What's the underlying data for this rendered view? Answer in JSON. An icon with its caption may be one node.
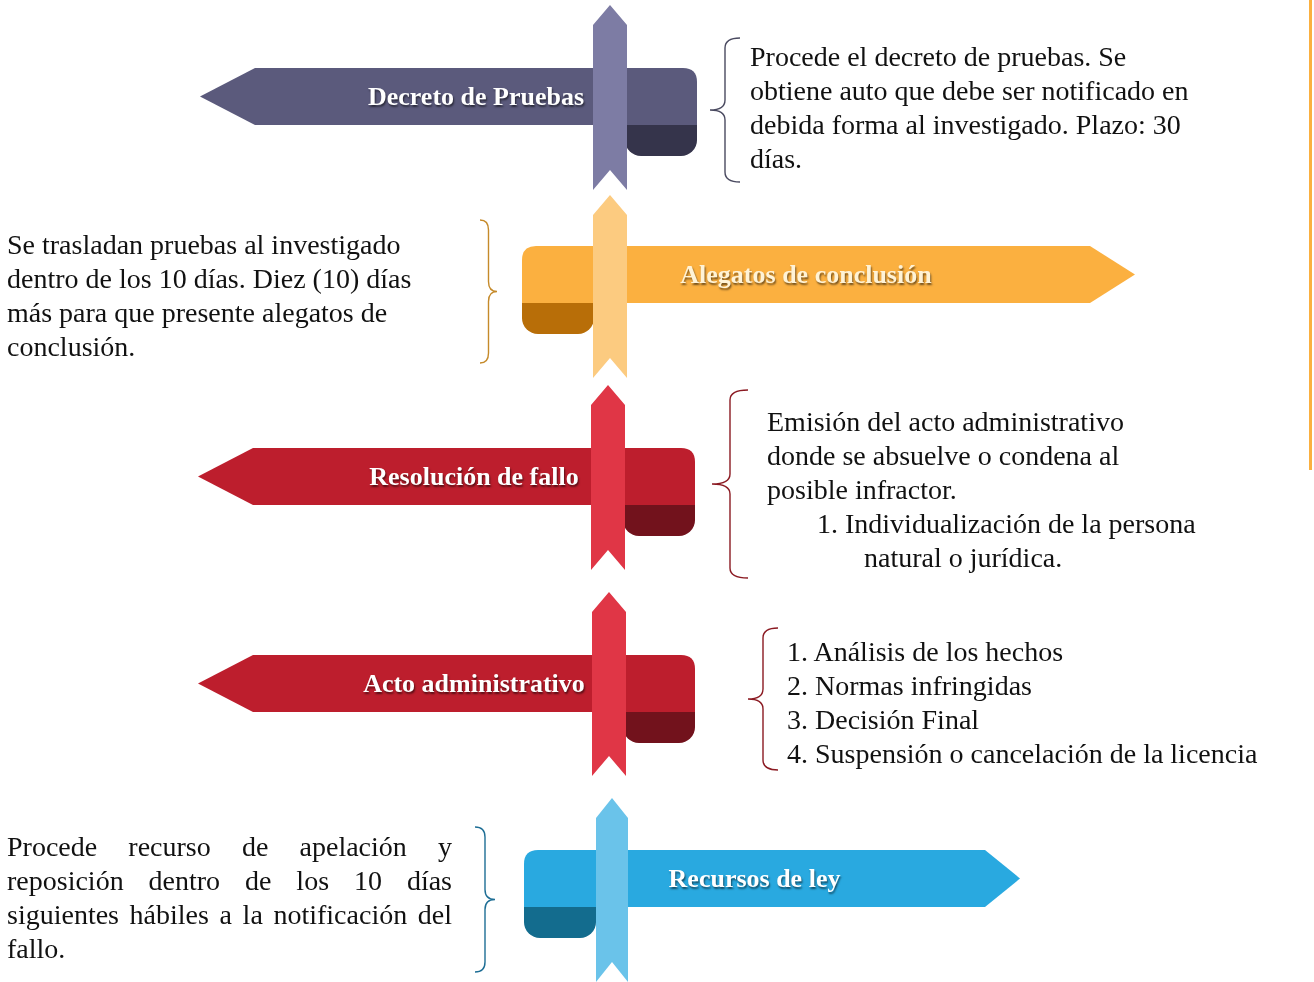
{
  "diagram": {
    "nodes": [
      {
        "text": [
          "Decreto de Pruebas"
        ]
      },
      {
        "text": [
          "Alegatos de conclusión"
        ]
      },
      {
        "text": [
          "Resolución de fallo"
        ]
      },
      {
        "text": [
          "Acto administrativo"
        ]
      },
      {
        "text": [
          "Recursos de ley"
        ]
      }
    ],
    "labels": [
      "Procede el decreto de pruebas. Se obtiene auto que debe ser notificado en debida forma al investigado. Plazo: 30 días.",
      "Se trasladan pruebas al investigado dentro de los 10 días. Diez (10) días más para que presente alegatos de conclusión.",
      "Emisión del acto administrativo donde se absuelve o condena al posible infractor.",
      "1. Individualización de la persona natural o jurídica.",
      "1. Análisis de los hechos",
      "2. Normas infringidas",
      "3. Decisión Final",
      "4. Suspensión o cancelación de la licencia",
      "Procede recurso de apelación y reposición dentro de los 10 días siguientes hábiles a la notificación del fallo."
    ]
  }
}
